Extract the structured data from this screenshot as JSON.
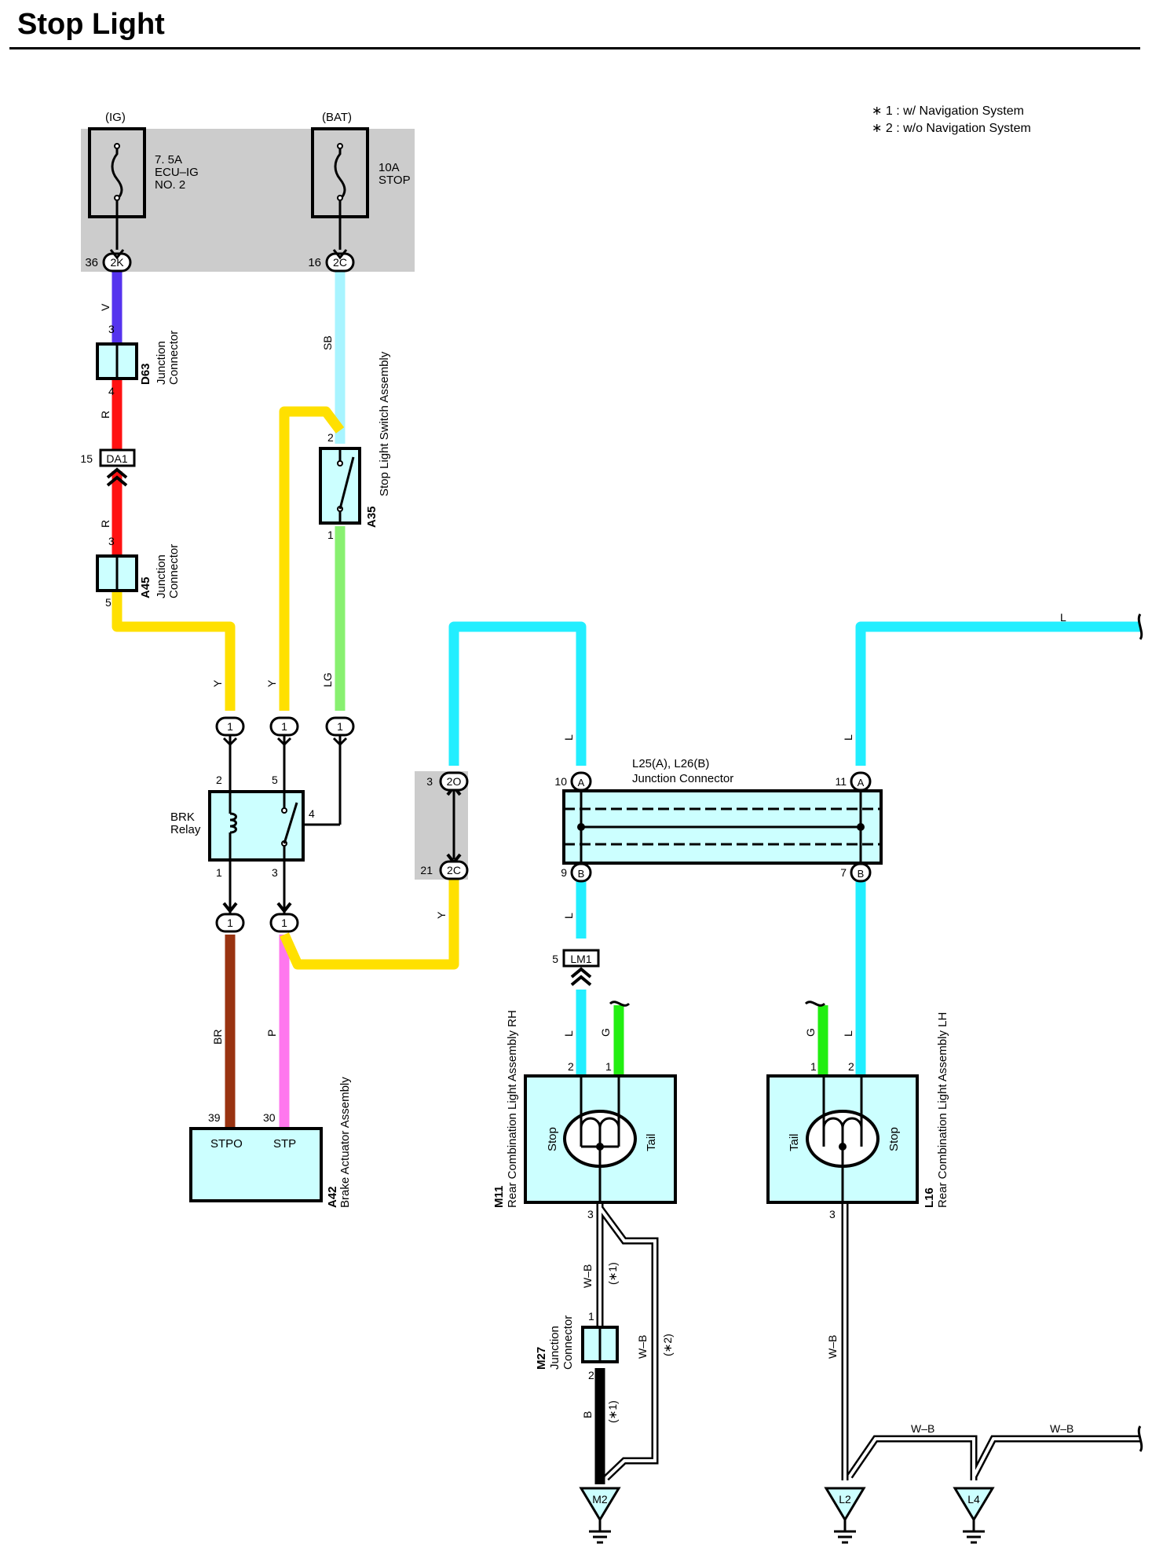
{
  "title": "Stop Light",
  "notes": [
    "∗ 1 : w/ Navigation System",
    "∗ 2 : w/o Navigation System"
  ],
  "fuses": [
    {
      "supply": "(IG)",
      "rating": "7. 5A",
      "name": [
        "ECU–IG",
        "NO. 2"
      ],
      "pin": "36",
      "connector": "2K"
    },
    {
      "supply": "(BAT)",
      "rating": "10A",
      "name": [
        "STOP"
      ],
      "pin": "16",
      "connector": "2C"
    }
  ],
  "components": {
    "d63": {
      "id": "D63",
      "desc": [
        "Junction",
        "Connector"
      ],
      "pin_top": "3",
      "pin_bottom": "4"
    },
    "da1": {
      "id": "DA1",
      "pin": "15"
    },
    "a45": {
      "id": "A45",
      "desc": [
        "Junction",
        "Connector"
      ],
      "pin_top": "3",
      "pin_bottom": "5"
    },
    "a35": {
      "id": "A35",
      "desc": "Stop Light Switch Assembly",
      "pin_top": "2",
      "pin_bottom": "1"
    },
    "brk": {
      "label": [
        "BRK",
        "Relay"
      ],
      "pins": [
        "2",
        "5",
        "4",
        "1",
        "3"
      ]
    },
    "j2o": {
      "top_pin": "3",
      "top_conn": "2O",
      "bottom_pin": "21",
      "bottom_conn": "2C"
    },
    "l25": {
      "id": "L25(A), L26(B)",
      "desc": "Junction Connector",
      "pins": [
        "10",
        "A",
        "11",
        "A",
        "9",
        "B",
        "7",
        "B"
      ]
    },
    "lm1": {
      "id": "LM1",
      "pin": "5"
    },
    "m11": {
      "id": "M11",
      "desc": "Rear Combination Light Assembly RH",
      "left": "Stop",
      "right": "Tail",
      "pins": [
        "2",
        "1",
        "3"
      ]
    },
    "l16": {
      "id": "L16",
      "desc": "Rear Combination Light Assembly LH",
      "left": "Tail",
      "right": "Stop",
      "pins": [
        "1",
        "2",
        "3"
      ]
    },
    "a42": {
      "id": "A42",
      "desc": "Brake Actuator Assembly",
      "pin_labels": [
        "STPO",
        "STP"
      ],
      "pins": [
        "39",
        "30"
      ]
    },
    "m27": {
      "id": "M27",
      "desc": [
        "Junction",
        "Connector"
      ],
      "pin_top": "1",
      "pin_bottom": "2"
    },
    "grounds": [
      "M2",
      "L2",
      "L4"
    ],
    "plug": "1"
  },
  "wire_labels": {
    "V": "V",
    "R": "R",
    "SB": "SB",
    "Y": "Y",
    "LG": "LG",
    "L": "L",
    "G": "G",
    "BR": "BR",
    "P": "P",
    "WB": "W–B",
    "B": "B",
    "opt1": "(∗1)",
    "opt2": "(∗2)"
  },
  "colors": {
    "V": "#5533ee",
    "R": "#ff1111",
    "SB": "#a8f4ff",
    "Y": "#ffe000",
    "LG": "#88f070",
    "L": "#22eeff",
    "G": "#22ee11",
    "BR": "#993311",
    "P": "#ff77ee",
    "B": "#000000",
    "box": "#ccffff",
    "panel": "#cccccc"
  }
}
